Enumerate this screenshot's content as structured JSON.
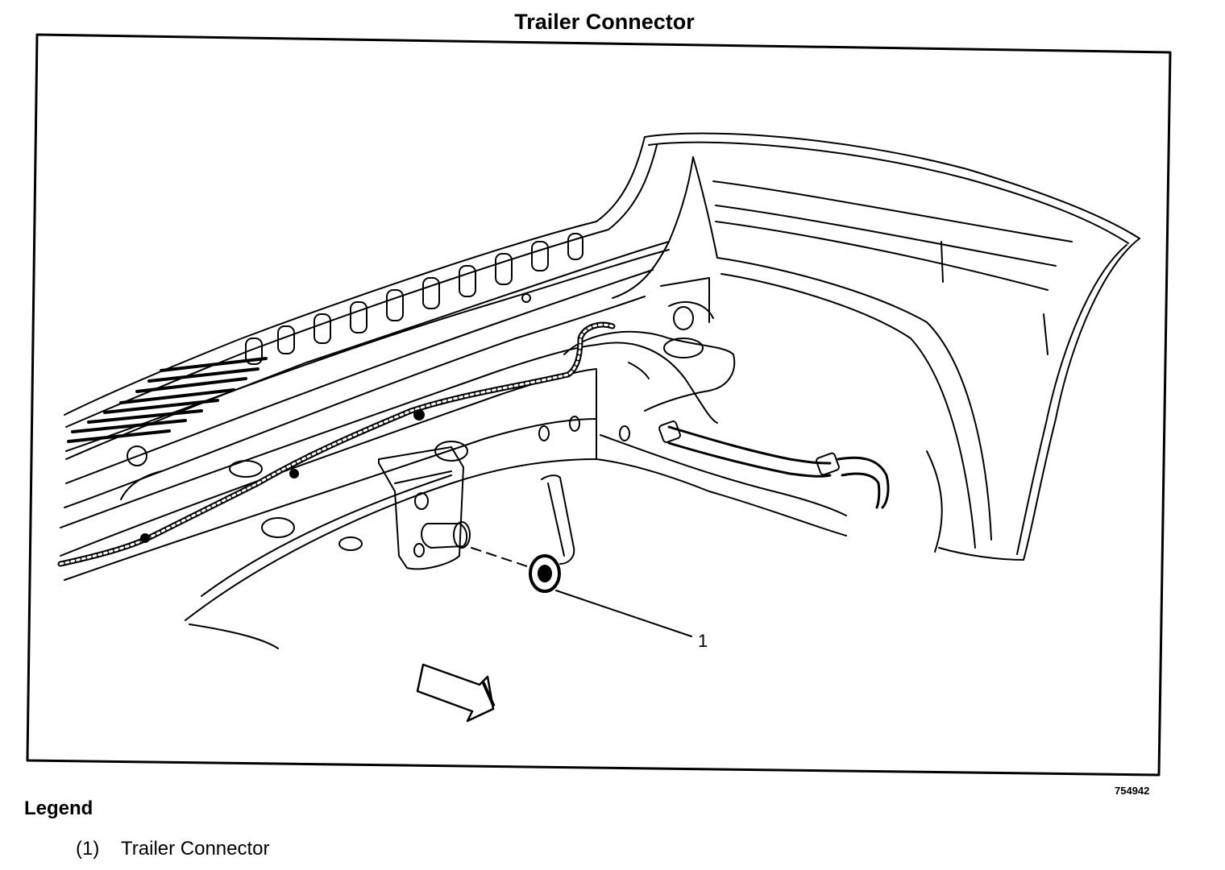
{
  "title": "Trailer Connector",
  "figure_id": "754942",
  "callouts": [
    {
      "label": "1"
    }
  ],
  "legend": {
    "title": "Legend",
    "items": [
      {
        "number": "(1)",
        "text": "Trailer Connector"
      }
    ]
  }
}
